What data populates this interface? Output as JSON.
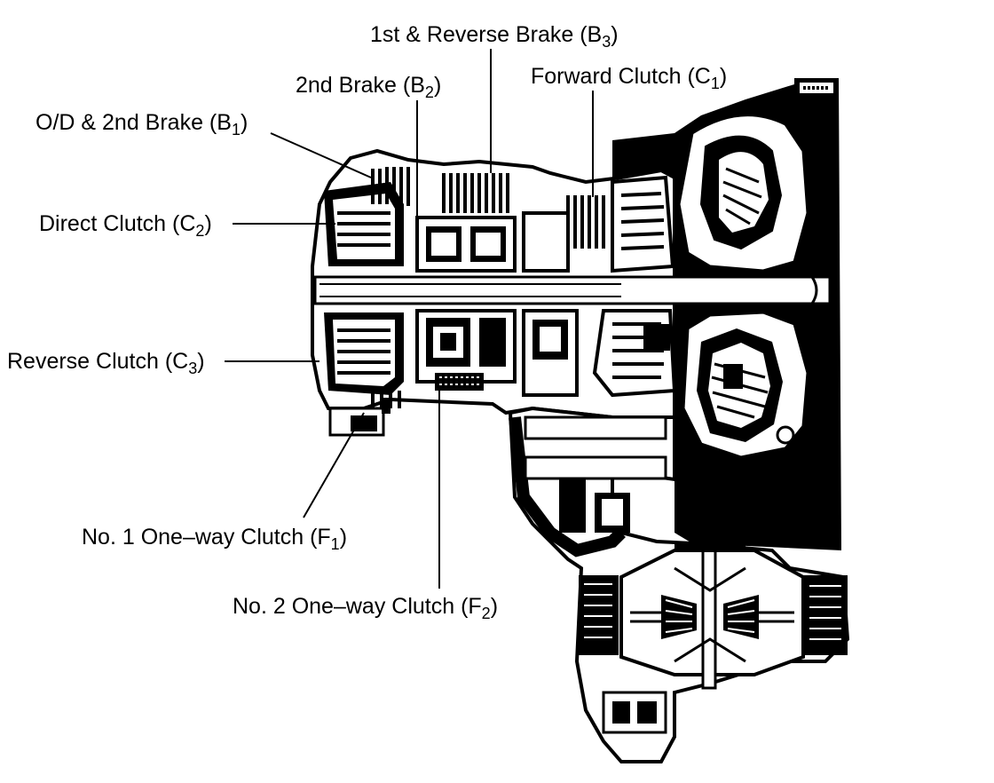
{
  "labels": {
    "b3": {
      "text": "1st & Reverse Brake (B",
      "sub": "3",
      "close": ")"
    },
    "b2": {
      "text": "2nd Brake (B",
      "sub": "2",
      "close": ")"
    },
    "c1": {
      "text": "Forward Clutch (C",
      "sub": "1",
      "close": ")"
    },
    "b1": {
      "text": "O/D & 2nd Brake (B",
      "sub": "1",
      "close": ")"
    },
    "c2": {
      "text": "Direct Clutch (C",
      "sub": "2",
      "close": ")"
    },
    "c3": {
      "text": "Reverse Clutch (C",
      "sub": "3",
      "close": ")"
    },
    "f1": {
      "text": "No. 1 One–way Clutch (F",
      "sub": "1",
      "close": ")"
    },
    "f2": {
      "text": "No. 2 One–way Clutch (F",
      "sub": "2",
      "close": ")"
    }
  }
}
